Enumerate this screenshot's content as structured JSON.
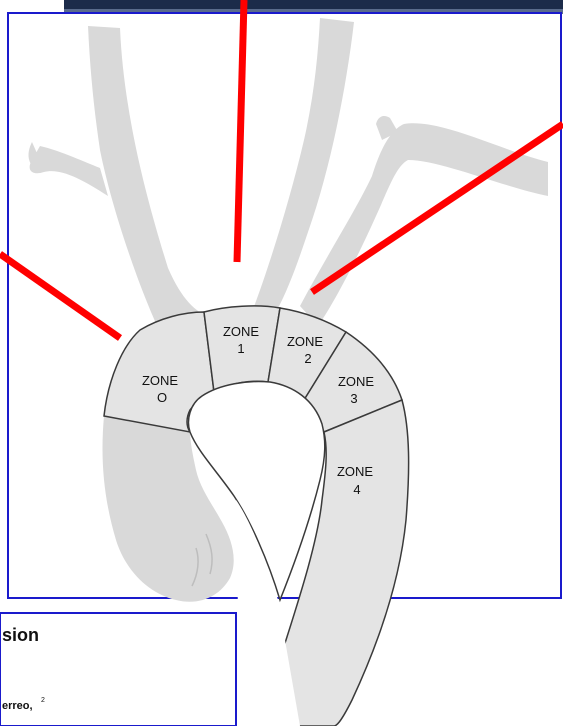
{
  "diagram": {
    "zones": [
      {
        "id": "zone-0",
        "line1": "ZONE",
        "line2": "O"
      },
      {
        "id": "zone-1",
        "line1": "ZONE",
        "line2": "1"
      },
      {
        "id": "zone-2",
        "line1": "ZONE",
        "line2": "2"
      },
      {
        "id": "zone-3",
        "line1": "ZONE",
        "line2": "3"
      },
      {
        "id": "zone-4",
        "line1": "ZONE",
        "line2": "4"
      }
    ],
    "colors": {
      "vessel": "#d9d9d9",
      "zone_fill": "#e4e4e4",
      "outline": "#3a3a3a",
      "pointer": "#ff0000",
      "frame": "#1a1acc",
      "top_band": "#1c2b4a"
    }
  },
  "bottom_panel": {
    "heading_fragment": "sion",
    "citation_fragment": "erreo,",
    "citation_superscript": "2"
  }
}
